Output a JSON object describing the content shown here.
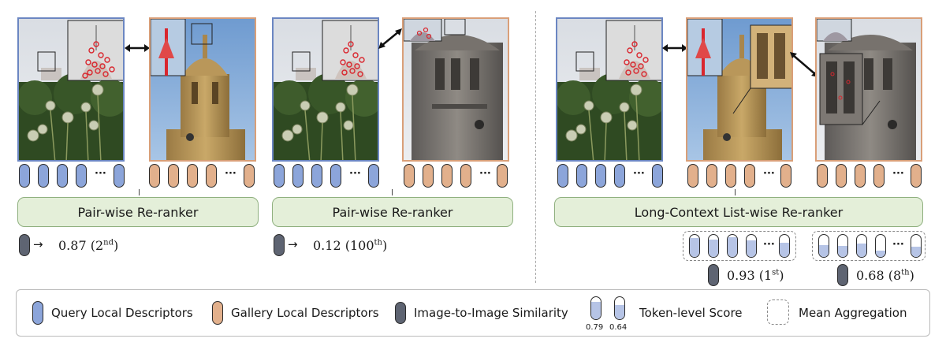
{
  "panels": {
    "left_a": {
      "reranker_label": "Pair-wise Re-ranker",
      "score": "0.87",
      "rank_num": "2",
      "rank_suffix": "nd"
    },
    "left_b": {
      "reranker_label": "Pair-wise Re-ranker",
      "score": "0.12",
      "rank_num": "100",
      "rank_suffix": "th"
    },
    "right": {
      "reranker_label": "Long-Context List-wise Re-ranker",
      "group1": {
        "score": "0.93",
        "rank_num": "1",
        "rank_suffix": "st"
      },
      "group2": {
        "score": "0.68",
        "rank_num": "8",
        "rank_suffix": "th"
      }
    }
  },
  "legend": {
    "query": "Query Local Descriptors",
    "gallery": "Gallery Local Descriptors",
    "similarity": "Image-to-Image Similarity",
    "token_score": "Token-level Score",
    "token_example_1": "0.79",
    "token_example_2": "0.64",
    "mean": "Mean Aggregation"
  },
  "symbols": {
    "ellipsis": "···",
    "arrow": "→"
  },
  "colors": {
    "query": "#8ca5da",
    "gallery": "#e2b08c",
    "similarity": "#5e6472",
    "reranker_bg": "#e4efd9"
  }
}
